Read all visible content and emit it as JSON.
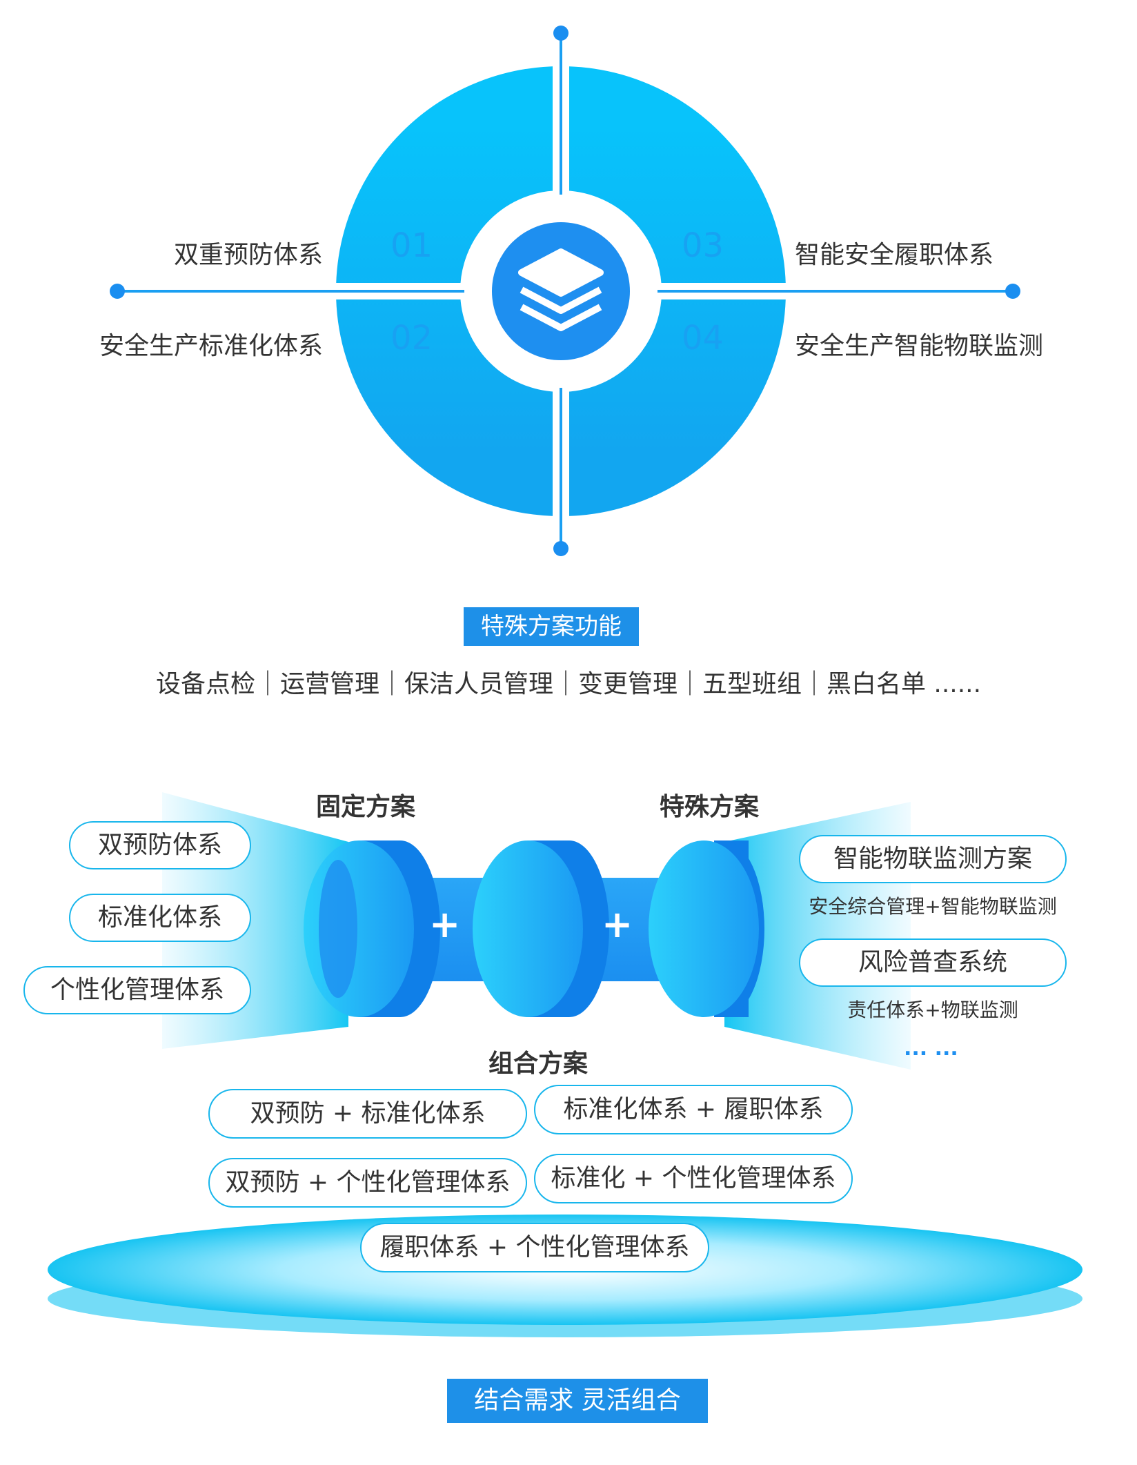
{
  "top": {
    "q1": {
      "num": "01",
      "label": "双重预防体系"
    },
    "q2": {
      "num": "02",
      "label": "安全生产标准化体系"
    },
    "q3": {
      "num": "03",
      "label": "智能安全履职体系"
    },
    "q4": {
      "num": "04",
      "label": "安全生产智能物联监测"
    },
    "icon": "layers-icon"
  },
  "special": {
    "tag": "特殊方案功能",
    "functions": "设备点检｜运营管理｜保洁人员管理｜变更管理｜五型班组｜黑白名单 ......"
  },
  "bottom": {
    "fixed_title": "固定方案",
    "special_title": "特殊方案",
    "fixed_items": [
      "双预防体系",
      "标准化体系",
      "个性化管理体系"
    ],
    "special_items": [
      {
        "name": "智能物联监测方案",
        "sub": "安全综合管理+智能物联监测"
      },
      {
        "name": "风险普查系统",
        "sub": "责任体系+物联监测"
      }
    ],
    "ellipsis": "... ...",
    "plus": "+",
    "combo_title": "组合方案",
    "combos": [
      "双预防 + 标准化体系",
      "标准化体系 + 履职体系",
      "双预防 + 个性化管理体系",
      "标准化 + 个性化管理体系",
      "履职体系 + 个性化管理体系"
    ],
    "footer_tag": "结合需求 灵活组合"
  },
  "colors": {
    "primary": "#1e90e8",
    "ring": "#10b4f6",
    "cyan": "#18b6ec"
  }
}
